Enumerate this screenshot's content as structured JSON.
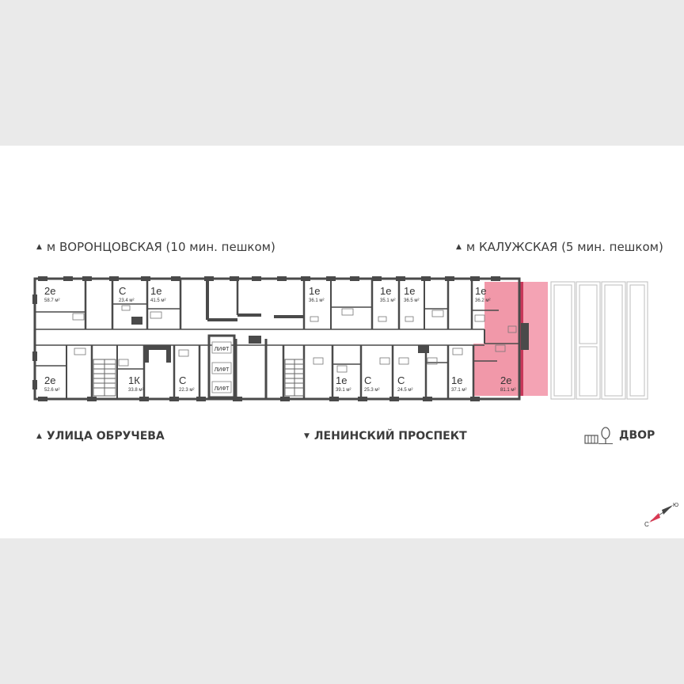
{
  "landmarks": {
    "top_left": "м ВОРОНЦОВСКАЯ  (10 мин. пешком)",
    "top_right": "м КАЛУЖСКАЯ (5 мин. пешком)",
    "bottom_left": "УЛИЦА ОБРУЧЕВА",
    "bottom_center": "ЛЕНИНСКИЙ ПРОСПЕКТ",
    "bottom_right": "ДВОР"
  },
  "apartments": [
    {
      "type": "2е",
      "area": "58.7 м²",
      "highlighted": false
    },
    {
      "type": "С",
      "area": "23.4 м²",
      "highlighted": false
    },
    {
      "type": "1е",
      "area": "41.5 м²",
      "highlighted": false
    },
    {
      "type": "1е",
      "area": "36.1 м²",
      "highlighted": false
    },
    {
      "type": "1е",
      "area": "35.1 м²",
      "highlighted": false
    },
    {
      "type": "1е",
      "area": "36.5 м²",
      "highlighted": false
    },
    {
      "type": "1е",
      "area": "36.2 м²",
      "highlighted": false
    },
    {
      "type": "2е",
      "area": "52.6 м²",
      "highlighted": false
    },
    {
      "type": "1К",
      "area": "33.8 м²",
      "highlighted": false
    },
    {
      "type": "С",
      "area": "22.3 м²",
      "highlighted": false
    },
    {
      "type": "1е",
      "area": "39.1 м²",
      "highlighted": false
    },
    {
      "type": "С",
      "area": "25.3 м²",
      "highlighted": false
    },
    {
      "type": "С",
      "area": "24.5 м²",
      "highlighted": false
    },
    {
      "type": "1е",
      "area": "37.1 м²",
      "highlighted": false
    },
    {
      "type": "2е",
      "area": "81.1 м²",
      "highlighted": true
    }
  ],
  "elevators": [
    "ЛИФТ",
    "ЛИФТ",
    "ЛИФТ"
  ],
  "compass": {
    "north": "С",
    "south": "Ю"
  },
  "colors": {
    "highlight": "#e9728c",
    "walls": "#4a4a4a",
    "background": "#eaeaea"
  }
}
